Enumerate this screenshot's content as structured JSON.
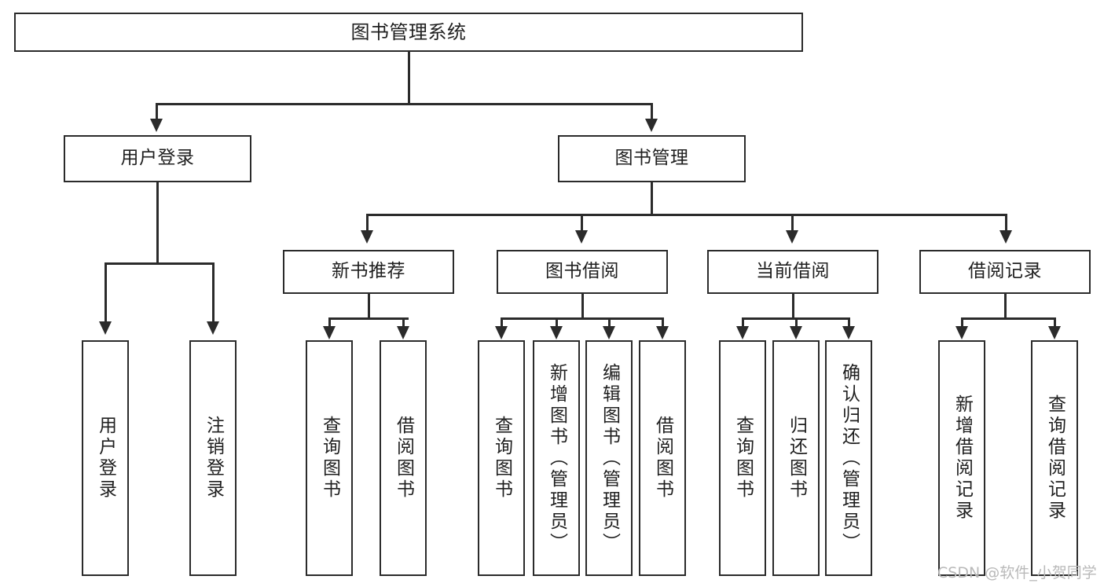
{
  "diagram": {
    "title": "图书管理系统",
    "type": "functional-structure-tree",
    "root": {
      "label": "图书管理系统"
    },
    "level2": [
      {
        "label": "用户登录"
      },
      {
        "label": "图书管理"
      }
    ],
    "level3": [
      {
        "label": "新书推荐"
      },
      {
        "label": "图书借阅"
      },
      {
        "label": "当前借阅"
      },
      {
        "label": "借阅记录"
      }
    ],
    "leaves": {
      "user_login": [
        {
          "label": "用户登录"
        },
        {
          "label": "注销登录"
        }
      ],
      "new_book_recommend": [
        {
          "label": "查询图书"
        },
        {
          "label": "借阅图书"
        }
      ],
      "book_borrow": [
        {
          "label": "查询图书"
        },
        {
          "label": "新增图书（管理员）"
        },
        {
          "label": "编辑图书（管理员）"
        },
        {
          "label": "借阅图书"
        }
      ],
      "current_borrow": [
        {
          "label": "查询图书"
        },
        {
          "label": "归还图书"
        },
        {
          "label": "确认归还（管理员）"
        }
      ],
      "borrow_record": [
        {
          "label": "新增借阅记录"
        },
        {
          "label": "查询借阅记录"
        }
      ]
    }
  },
  "watermark": {
    "text": "CSDN @软件_小贺同学"
  },
  "colors": {
    "line": "#2b2b2b",
    "box_fill": "#ffffff",
    "text": "#1f1f1f",
    "watermark": "#b9b9b9",
    "background": "#ffffff"
  }
}
